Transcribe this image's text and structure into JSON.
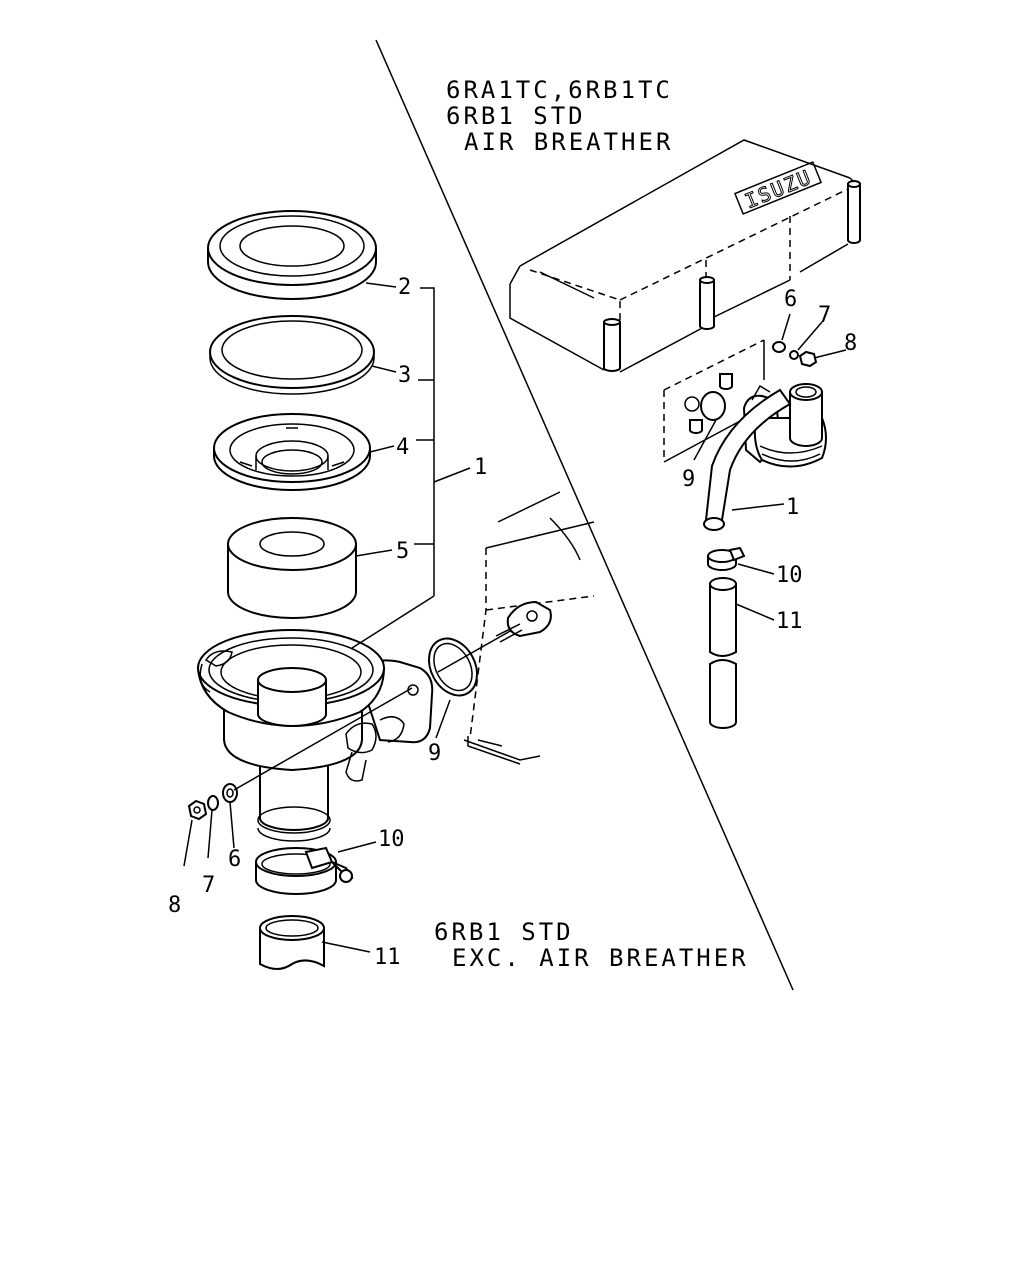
{
  "captions": {
    "top_line1": "6RA1TC,6RB1TC",
    "top_line2": "6RB1 STD",
    "top_line3": "AIR BREATHER",
    "bottom_line1": "6RB1 STD",
    "bottom_line2": "EXC. AIR BREATHER"
  },
  "cover_brand": "ISUZU",
  "callouts_left": {
    "c1": "1",
    "c2": "2",
    "c3": "3",
    "c4": "4",
    "c5": "5",
    "c6": "6",
    "c7": "7",
    "c8": "8",
    "c9": "9",
    "c10": "10",
    "c11": "11"
  },
  "callouts_right": {
    "c1": "1",
    "c6": "6",
    "c7": "7",
    "c8": "8",
    "c9": "9",
    "c10": "10",
    "c11": "11"
  }
}
